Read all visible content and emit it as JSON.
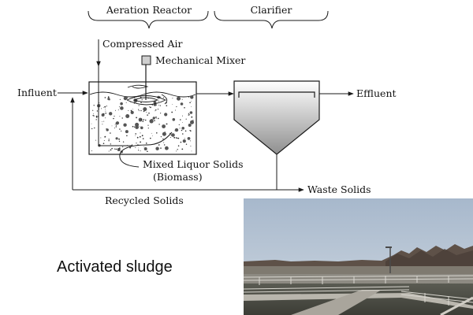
{
  "diagram": {
    "stages": {
      "aeration_reactor": "Aeration Reactor",
      "clarifier": "Clarifier"
    },
    "labels": {
      "compressed_air": "Compressed Air",
      "mechanical_mixer": "Mechanical Mixer",
      "influent": "Influent",
      "effluent": "Effluent",
      "mixed_liquor_solids": "Mixed Liquor Solids",
      "biomass": "(Biomass)",
      "waste_solids": "Waste Solids",
      "recycled_solids": "Recycled Solids"
    }
  },
  "caption": "Activated sludge",
  "colors": {
    "line": "#1a1a1a",
    "clarifier_fill_top": "#ffffff",
    "clarifier_fill_bottom": "#8f8f8f",
    "sky": "#b8c6d6",
    "water": "#4a4c44"
  }
}
